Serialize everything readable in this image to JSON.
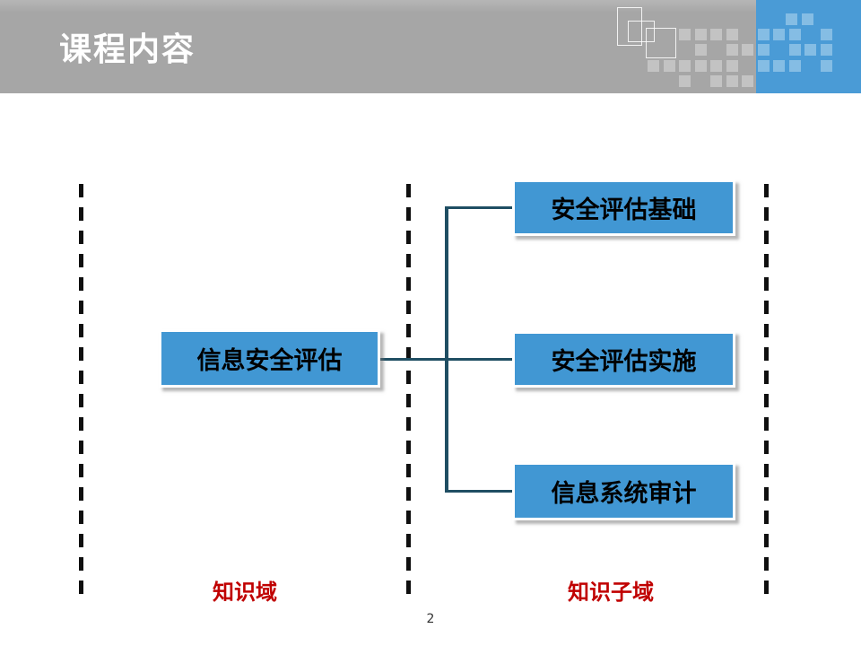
{
  "slide": {
    "title": "课程内容",
    "page_number": "2"
  },
  "diagram": {
    "root": {
      "label": "信息安全评估"
    },
    "children": [
      {
        "label": "安全评估基础"
      },
      {
        "label": "安全评估实施"
      },
      {
        "label": "信息系统审计"
      }
    ],
    "zone_labels": {
      "left": "知识域",
      "right": "知识子域"
    }
  },
  "colors": {
    "header-gray": "#a6a6a6",
    "accent-blue": "#4a9bd6",
    "box-blue": "#4197d3",
    "connector": "#1f4e63",
    "dashed-line": "#0f0f0f",
    "zone-label-red": "#c00000",
    "square-gray": "#c3c3c3",
    "square-blue": "#85bde4",
    "title-white": "#ffffff"
  }
}
